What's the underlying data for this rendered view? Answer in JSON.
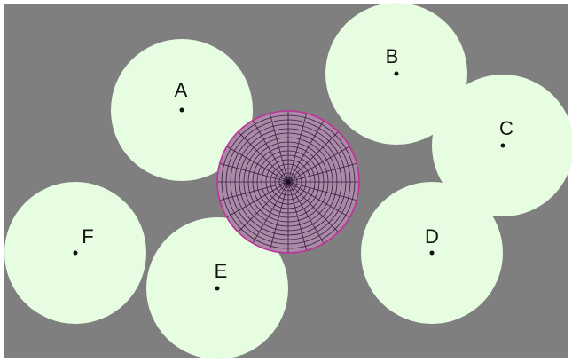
{
  "colors": {
    "background": "#7f7f7f",
    "page_border": "#ffffff",
    "target_fill": "#e7fde2",
    "dot": "#111111",
    "label": "#111111",
    "disc_fill": "#a98aa7",
    "disc_grid": "#3a1d3f",
    "disc_rim": "#c0309b"
  },
  "circles": [
    {
      "id": "a",
      "label": "A"
    },
    {
      "id": "b",
      "label": "B"
    },
    {
      "id": "c",
      "label": "C"
    },
    {
      "id": "d",
      "label": "D"
    },
    {
      "id": "e",
      "label": "E"
    },
    {
      "id": "f",
      "label": "F"
    }
  ],
  "disc": {
    "name": "polar-grid-disc"
  }
}
